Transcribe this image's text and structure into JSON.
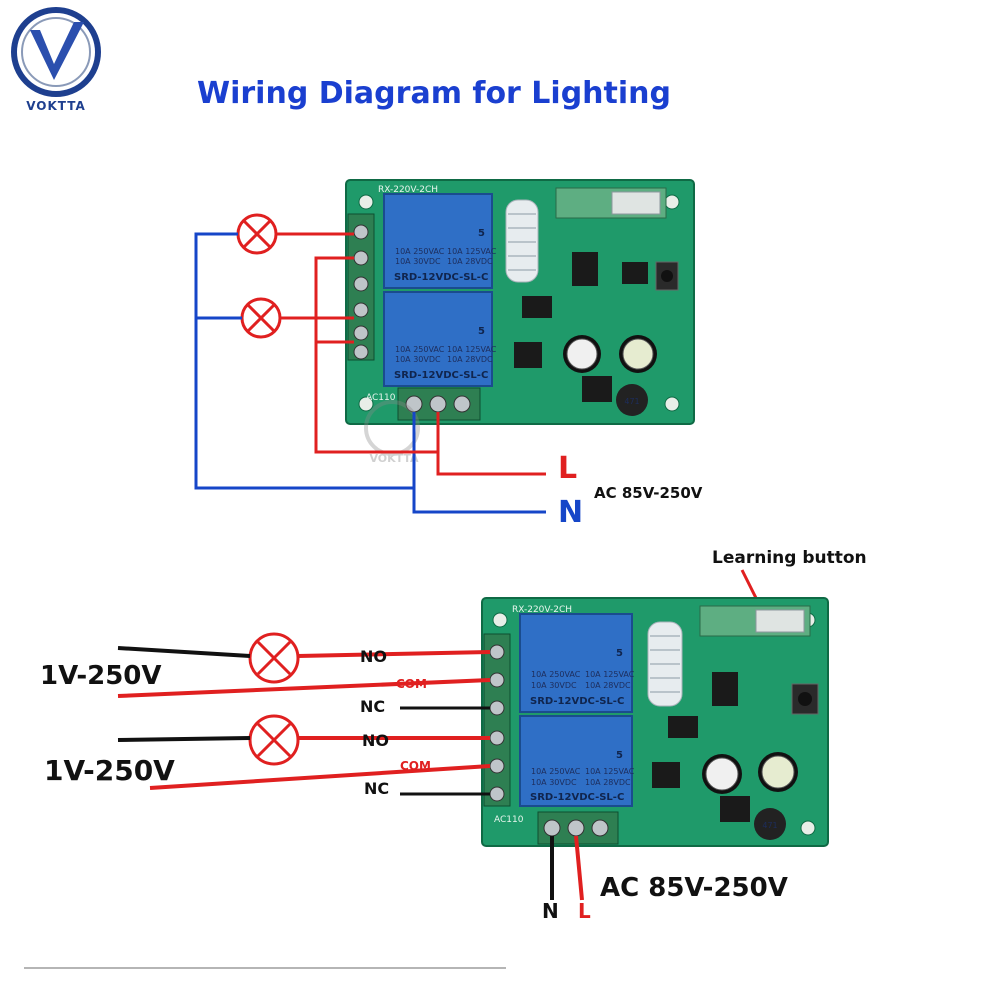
{
  "logo": {
    "brand_text": "VOKTTA",
    "watermark_text": "VOKTTA"
  },
  "title": "Wiring Diagram for Lighting",
  "colors": {
    "title": "#1a3fd0",
    "red_wire": "#e02020",
    "blue_wire": "#1646c8",
    "black_wire": "#111111",
    "pcb": "#1f9a6a",
    "relay": "#2f6fc6",
    "logo_blue": "#1e3f8f"
  },
  "top_diagram": {
    "board_label": "RX-220V-2CH",
    "relay_brand": "SRD-12VDC-SL-C",
    "relay_spec_1": "10A 250VAC",
    "relay_spec_2": "10A 125VAC",
    "relay_spec_3": "10A 30VDC",
    "relay_spec_4": "10A 28VDC",
    "relay_num": "5",
    "power_label": "AC110",
    "chip_label": "471",
    "line_label": "L",
    "neutral_label": "N",
    "voltage_label": "AC 85V-250V"
  },
  "bottom_diagram": {
    "board_label": "RX-220V-2CH",
    "relay_brand": "SRD-12VDC-SL-C",
    "relay_spec_1": "10A 250VAC",
    "relay_spec_2": "10A 125VAC",
    "relay_spec_3": "10A 30VDC",
    "relay_spec_4": "10A 28VDC",
    "relay_num": "5",
    "power_label": "AC110",
    "chip_label": "471",
    "learning_button_label": "Learning button",
    "source_label_1": "1V-250V",
    "source_label_2": "1V-250V",
    "no_label_1": "NO",
    "com_label_1": "COM",
    "nc_label_1": "NC",
    "no_label_2": "NO",
    "com_label_2": "COM",
    "nc_label_2": "NC",
    "neutral_label": "N",
    "line_label": "L",
    "voltage_label": "AC 85V-250V"
  }
}
